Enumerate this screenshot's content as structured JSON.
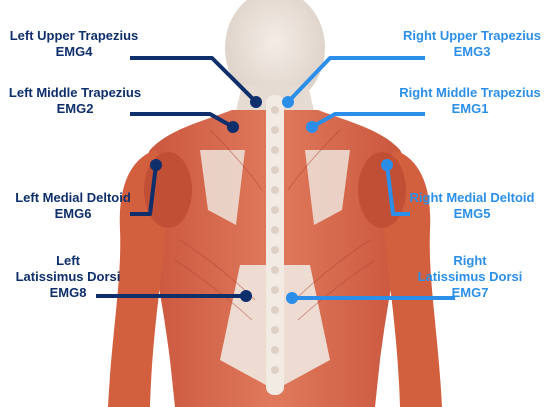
{
  "labels": {
    "left_upper_trapezius": {
      "name": "Left Upper Trapezius",
      "channel": "EMG4"
    },
    "left_middle_trapezius": {
      "name": "Left Middle Trapezius",
      "channel": "EMG2"
    },
    "left_medial_deltoid": {
      "name": "Left Medial Deltoid",
      "channel": "EMG6"
    },
    "left_latissimus_dorsi": {
      "name_line1": "Left",
      "name_line2": "Latissimus Dorsi",
      "channel": "EMG8"
    },
    "right_upper_trapezius": {
      "name": "Right Upper Trapezius",
      "channel": "EMG3"
    },
    "right_middle_trapezius": {
      "name": "Right Middle Trapezius",
      "channel": "EMG1"
    },
    "right_medial_deltoid": {
      "name": "Right Medial Deltoid",
      "channel": "EMG5"
    },
    "right_latissimus_dorsi": {
      "name_line1": "Right",
      "name_line2": "Latissimus Dorsi",
      "channel": "EMG7"
    }
  },
  "colors": {
    "left_side": "#0e2f6b",
    "right_side": "#2b8fea",
    "muscle": "#d8684a",
    "muscle_dark": "#b84a33",
    "tendon": "#efe7e0"
  }
}
